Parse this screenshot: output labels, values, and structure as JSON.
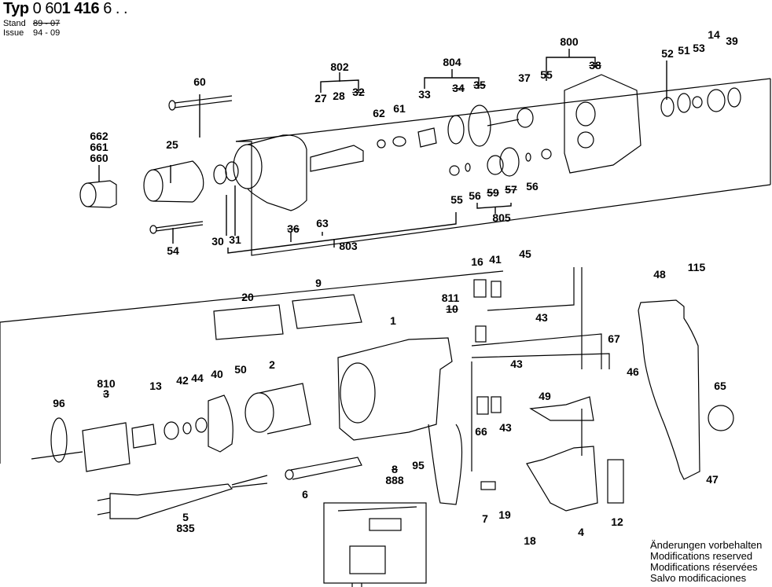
{
  "header": {
    "typ_label": "Typ",
    "typ_number_prefix": "0 60",
    "typ_number_bold": "1 416",
    "typ_number_suffix": "6 . .",
    "stand_label": "Stand",
    "stand_value": "89 - 07",
    "issue_label": "Issue",
    "issue_value": "94 - 09"
  },
  "footer": {
    "lines": [
      "Änderungen vorbehalten",
      "Modifications reserved",
      "Modifications réservées",
      "Salvo modificaciones"
    ]
  },
  "parts": [
    {
      "id": "60",
      "label": "60"
    },
    {
      "id": "802",
      "label": "802"
    },
    {
      "id": "27",
      "label": "27"
    },
    {
      "id": "28",
      "label": "28"
    },
    {
      "id": "32",
      "label": "32",
      "struck": true
    },
    {
      "id": "804",
      "label": "804"
    },
    {
      "id": "33",
      "label": "33"
    },
    {
      "id": "34",
      "label": "34",
      "struck": true
    },
    {
      "id": "35",
      "label": "35",
      "struck": true
    },
    {
      "id": "37",
      "label": "37"
    },
    {
      "id": "800",
      "label": "800"
    },
    {
      "id": "55a",
      "label": "55"
    },
    {
      "id": "38",
      "label": "38",
      "struck": true
    },
    {
      "id": "52",
      "label": "52"
    },
    {
      "id": "51",
      "label": "51"
    },
    {
      "id": "53",
      "label": "53"
    },
    {
      "id": "14",
      "label": "14"
    },
    {
      "id": "39",
      "label": "39"
    },
    {
      "id": "662",
      "label": "662"
    },
    {
      "id": "661",
      "label": "661"
    },
    {
      "id": "660",
      "label": "660"
    },
    {
      "id": "25",
      "label": "25"
    },
    {
      "id": "62",
      "label": "62"
    },
    {
      "id": "61",
      "label": "61"
    },
    {
      "id": "55b",
      "label": "55"
    },
    {
      "id": "56a",
      "label": "56"
    },
    {
      "id": "59",
      "label": "59",
      "struck": true
    },
    {
      "id": "57",
      "label": "57",
      "struck": true
    },
    {
      "id": "56b",
      "label": "56"
    },
    {
      "id": "805",
      "label": "805"
    },
    {
      "id": "54",
      "label": "54"
    },
    {
      "id": "30",
      "label": "30"
    },
    {
      "id": "31",
      "label": "31"
    },
    {
      "id": "36",
      "label": "36",
      "struck": true
    },
    {
      "id": "63",
      "label": "63"
    },
    {
      "id": "803",
      "label": "803"
    },
    {
      "id": "16",
      "label": "16"
    },
    {
      "id": "41",
      "label": "41"
    },
    {
      "id": "45",
      "label": "45"
    },
    {
      "id": "811",
      "label": "811"
    },
    {
      "id": "10",
      "label": "10",
      "struck": true
    },
    {
      "id": "43a",
      "label": "43"
    },
    {
      "id": "48",
      "label": "48"
    },
    {
      "id": "115",
      "label": "115"
    },
    {
      "id": "20",
      "label": "20"
    },
    {
      "id": "9",
      "label": "9"
    },
    {
      "id": "1",
      "label": "1"
    },
    {
      "id": "67",
      "label": "67"
    },
    {
      "id": "46",
      "label": "46"
    },
    {
      "id": "43b",
      "label": "43"
    },
    {
      "id": "810",
      "label": "810"
    },
    {
      "id": "3",
      "label": "3",
      "struck": true
    },
    {
      "id": "96",
      "label": "96"
    },
    {
      "id": "13",
      "label": "13"
    },
    {
      "id": "42",
      "label": "42"
    },
    {
      "id": "44",
      "label": "44"
    },
    {
      "id": "40",
      "label": "40"
    },
    {
      "id": "50",
      "label": "50"
    },
    {
      "id": "2",
      "label": "2"
    },
    {
      "id": "49",
      "label": "49"
    },
    {
      "id": "65",
      "label": "65"
    },
    {
      "id": "66",
      "label": "66"
    },
    {
      "id": "43c",
      "label": "43"
    },
    {
      "id": "95",
      "label": "95"
    },
    {
      "id": "8",
      "label": "8",
      "struck": true
    },
    {
      "id": "888",
      "label": "888"
    },
    {
      "id": "47",
      "label": "47"
    },
    {
      "id": "6",
      "label": "6"
    },
    {
      "id": "7",
      "label": "7"
    },
    {
      "id": "19",
      "label": "19"
    },
    {
      "id": "12",
      "label": "12"
    },
    {
      "id": "18",
      "label": "18"
    },
    {
      "id": "4",
      "label": "4"
    },
    {
      "id": "5",
      "label": "5"
    },
    {
      "id": "835",
      "label": "835"
    }
  ]
}
